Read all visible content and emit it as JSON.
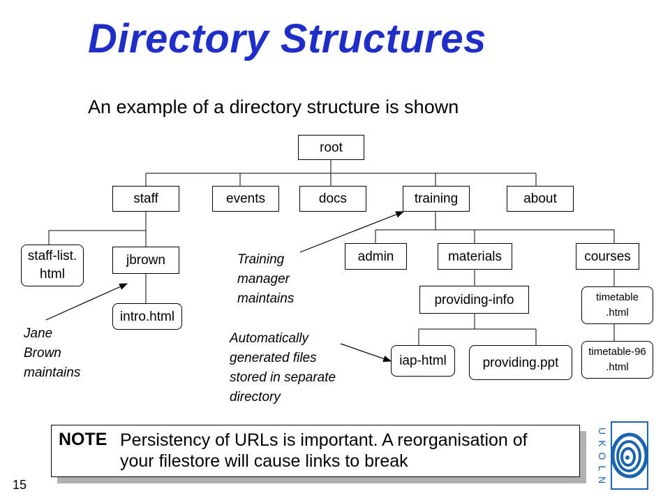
{
  "title": "Directory Structures",
  "subtitle": "An example of a directory structure is shown",
  "tree": {
    "root": "root",
    "staff": "staff",
    "events": "events",
    "docs": "docs",
    "training": "training",
    "about": "about",
    "staff_list": "staff-list.\nhtml",
    "jbrown": "jbrown",
    "intro": "intro.html",
    "admin": "admin",
    "materials": "materials",
    "courses": "courses",
    "providing_info": "providing-info",
    "iap_html": "iap-html",
    "providing_ppt": "providing.ppt",
    "timetable": "timetable\n.html",
    "timetable96": "timetable-96\n.html"
  },
  "annotations": {
    "jane": "Jane\nBrown\nmaintains",
    "training": "Training\nmanager\nmaintains",
    "auto": "Automatically\ngenerated files\nstored in separate\ndirectory"
  },
  "note": {
    "label": "NOTE",
    "text": "Persistency of URLs is important.  A reorganisation of\nyour filestore will cause links to break"
  },
  "page_number": "15",
  "logo": {
    "text": "UKOLN",
    "color": "#1a64b0"
  }
}
